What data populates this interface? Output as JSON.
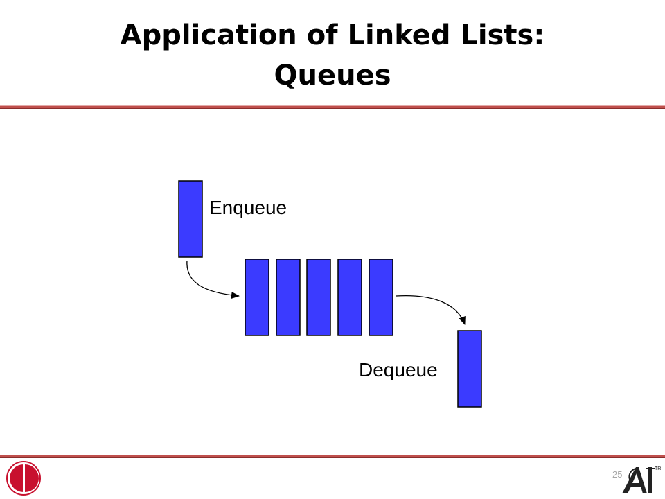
{
  "slide": {
    "title_line1": "Application of Linked Lists:",
    "title_line2": "Queues",
    "page_number": "25"
  },
  "diagram": {
    "enqueue_label": "Enqueue",
    "dequeue_label": "Dequeue",
    "queue_length": 5,
    "node_color": "#3b3bff"
  },
  "colors": {
    "accent_rule": "#c0504d",
    "logo_red": "#c8102e",
    "logo_dark": "#222222"
  },
  "icons": {
    "left_logo": "university-logo-icon",
    "right_logo": "ai-logo-icon"
  }
}
